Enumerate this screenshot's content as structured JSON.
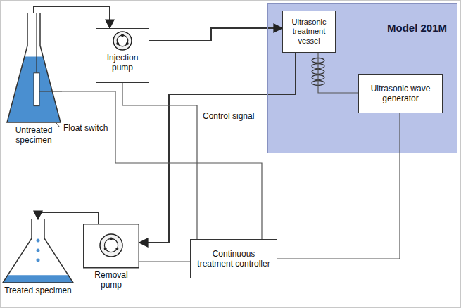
{
  "diagram": {
    "nodes": [
      {
        "text": [
          "Untreated specimen"
        ]
      },
      {
        "text": [
          "Injection pump"
        ]
      },
      {
        "text": [
          "Model 201M"
        ]
      },
      {
        "text": [
          "Ultrasonic treatment vessel"
        ],
        "in": 2
      },
      {
        "text": [
          "Ultrasonic wave generator"
        ],
        "in": 2
      },
      {
        "text": [
          "Treated specimen"
        ]
      },
      {
        "text": [
          "Removal pump"
        ]
      },
      {
        "text": [
          "Continuous treatment controller"
        ]
      }
    ],
    "edges": [
      {
        "from": 0,
        "to": 1,
        "arrow": "to"
      },
      {
        "from": 1,
        "to": 3,
        "arrow": "to"
      },
      {
        "from": 3,
        "to": 6,
        "arrow": "to"
      },
      {
        "from": 6,
        "to": 5,
        "arrow": "to"
      },
      {
        "from": 7,
        "to": 1,
        "arrow": "none"
      },
      {
        "from": 0,
        "to": 7,
        "arrow": "none"
      },
      {
        "from": 7,
        "to": 6,
        "arrow": "none"
      },
      {
        "from": 7,
        "to": 4,
        "arrow": "none"
      },
      {
        "from": 3,
        "to": 4,
        "arrow": "none"
      }
    ],
    "labels": [
      "Float switch",
      "Control signal"
    ]
  }
}
